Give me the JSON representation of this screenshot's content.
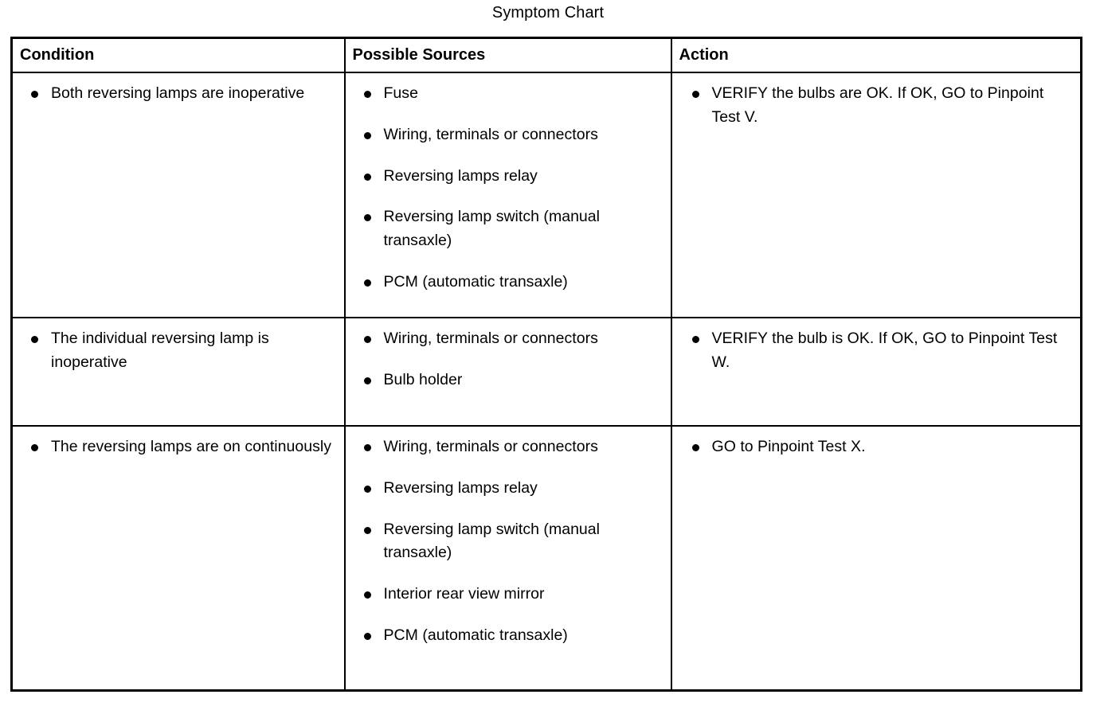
{
  "title": "Symptom Chart",
  "table": {
    "headers": [
      "Condition",
      "Possible Sources",
      "Action"
    ],
    "rows": [
      {
        "condition": [
          "Both reversing lamps are inoperative"
        ],
        "possible_sources": [
          "Fuse",
          "Wiring, terminals or connectors",
          "Reversing lamps relay",
          "Reversing lamp switch (manual transaxle)",
          "PCM (automatic transaxle)"
        ],
        "action": [
          "VERIFY the bulbs are OK. If OK, GO to Pinpoint Test V."
        ]
      },
      {
        "condition": [
          "The individual reversing lamp is inoperative"
        ],
        "possible_sources": [
          "Wiring, terminals or connectors",
          "Bulb holder"
        ],
        "action": [
          "VERIFY the bulb is OK. If OK, GO to Pinpoint Test W."
        ]
      },
      {
        "condition": [
          "The reversing lamps are on continuously"
        ],
        "possible_sources": [
          "Wiring, terminals or connectors",
          "Reversing lamps relay",
          "Reversing lamp switch (manual transaxle)",
          "Interior rear view mirror",
          "PCM (automatic transaxle)"
        ],
        "action": [
          "GO to Pinpoint Test X."
        ]
      }
    ]
  },
  "colors": {
    "text": "#000000",
    "background": "#ffffff",
    "border": "#000000"
  }
}
